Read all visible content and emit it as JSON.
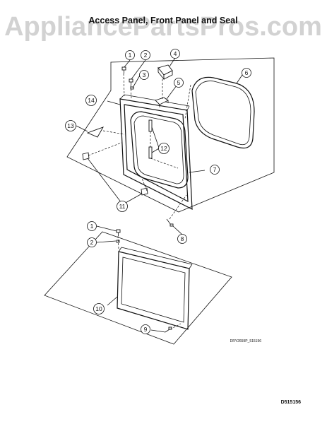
{
  "watermark": "AppliancePartsPros.com",
  "title": "Access Panel, Front Panel and Seal",
  "callouts": [
    "1",
    "2",
    "3",
    "4",
    "5",
    "6",
    "7",
    "8",
    "1",
    "2",
    "9",
    "10",
    "11",
    "12",
    "13",
    "14"
  ],
  "drawing_ref": "DRY2659P_515156",
  "page_code": "D515156",
  "colors": {
    "line": "#111111",
    "watermark": "#d2d2d2",
    "background": "#ffffff"
  }
}
